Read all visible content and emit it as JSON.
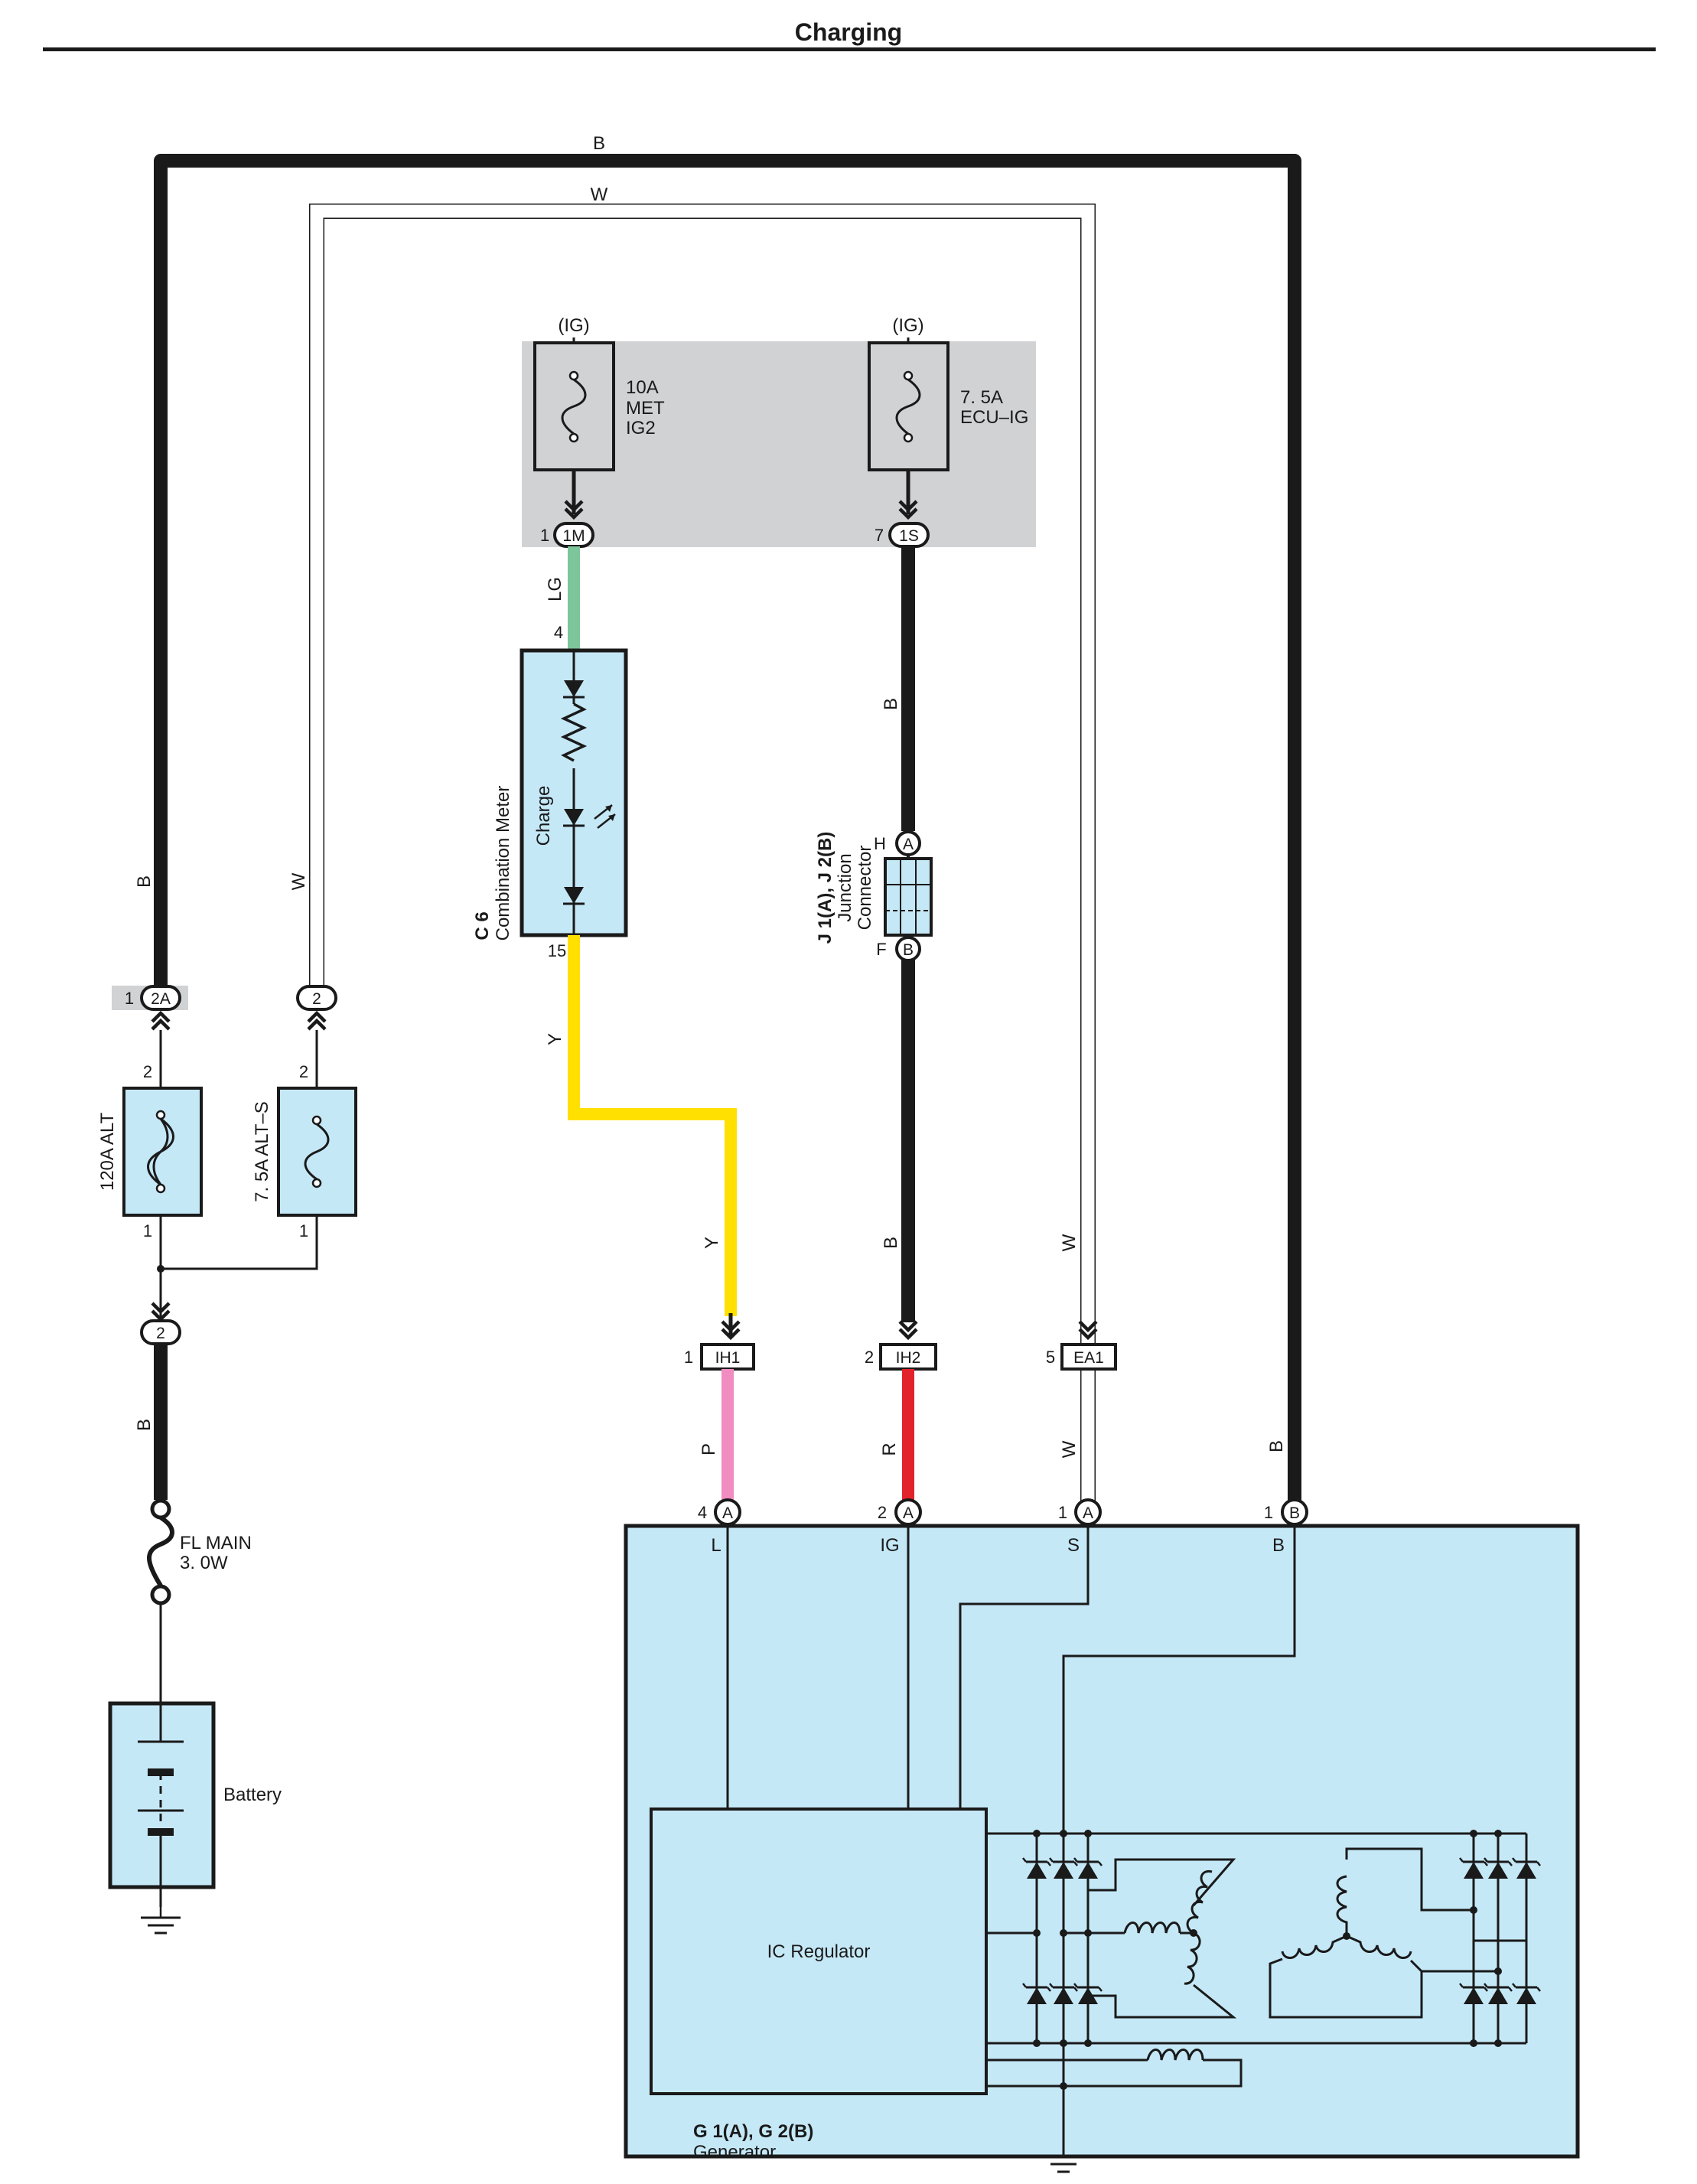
{
  "title": "Charging",
  "colors": {
    "wire_B": "#1a1a1a",
    "wire_W": "#ffffff",
    "wire_LG": "#7dc59b",
    "wire_Y": "#ffe000",
    "wire_P": "#f08cc0",
    "wire_R": "#e3232b",
    "component_fill": "#c5e8f7",
    "junction_block_fill": "#d1d2d4"
  },
  "wire_labels": {
    "b_top": "B",
    "w_top": "W",
    "b_left": "B",
    "w_left": "W",
    "b_bat": "B",
    "lg": "LG",
    "y_upper": "Y",
    "y_lower": "Y",
    "p": "P",
    "b_mid_upper": "B",
    "b_mid_lower": "B",
    "r": "R",
    "w_right_upper": "W",
    "w_right_lower": "W",
    "b_right": "B"
  },
  "fuses": {
    "met": {
      "supply": "(IG)",
      "rating": "10A",
      "name1": "MET",
      "name2": "IG2"
    },
    "ecu": {
      "supply": "(IG)",
      "rating": "7. 5A",
      "name1": "ECU–IG"
    },
    "alt": {
      "label": "120A ALT",
      "pin_top": "2",
      "pin_bottom": "1"
    },
    "alts": {
      "label": "7. 5A ALT–S",
      "pin_top": "2",
      "pin_bottom": "1"
    },
    "fl_main": {
      "name": "FL MAIN",
      "rating": "3. 0W"
    }
  },
  "connectors": {
    "c1m": {
      "pin": "1",
      "code": "1M"
    },
    "c1s": {
      "pin": "7",
      "code": "1S"
    },
    "c2a": {
      "pin": "1",
      "code": "2A"
    },
    "c2_alts": {
      "code": "2"
    },
    "c2_alt_out": {
      "code": "2"
    },
    "ih1": {
      "pin": "1",
      "code": "IH1"
    },
    "ih2": {
      "pin": "2",
      "code": "IH2"
    },
    "ea1": {
      "pin": "5",
      "code": "EA1"
    }
  },
  "combination_meter": {
    "code": "C 6",
    "name": "Combination Meter",
    "inner": "Charge",
    "pin_in": "4",
    "pin_out": "15"
  },
  "junction_connector": {
    "code": "J 1(A), J 2(B)",
    "name1": "Junction",
    "name2": "Connector",
    "pin_top": "H",
    "conn_top": "A",
    "pin_bottom": "F",
    "conn_bottom": "B"
  },
  "battery": {
    "label": "Battery"
  },
  "generator": {
    "code": "G 1(A), G 2(B)",
    "name": "Generator",
    "regulator": "IC Regulator",
    "terminals": [
      {
        "pin": "4",
        "conn": "A",
        "name": "L"
      },
      {
        "pin": "2",
        "conn": "A",
        "name": "IG"
      },
      {
        "pin": "1",
        "conn": "A",
        "name": "S"
      },
      {
        "pin": "1",
        "conn": "B",
        "name": "B"
      }
    ]
  }
}
